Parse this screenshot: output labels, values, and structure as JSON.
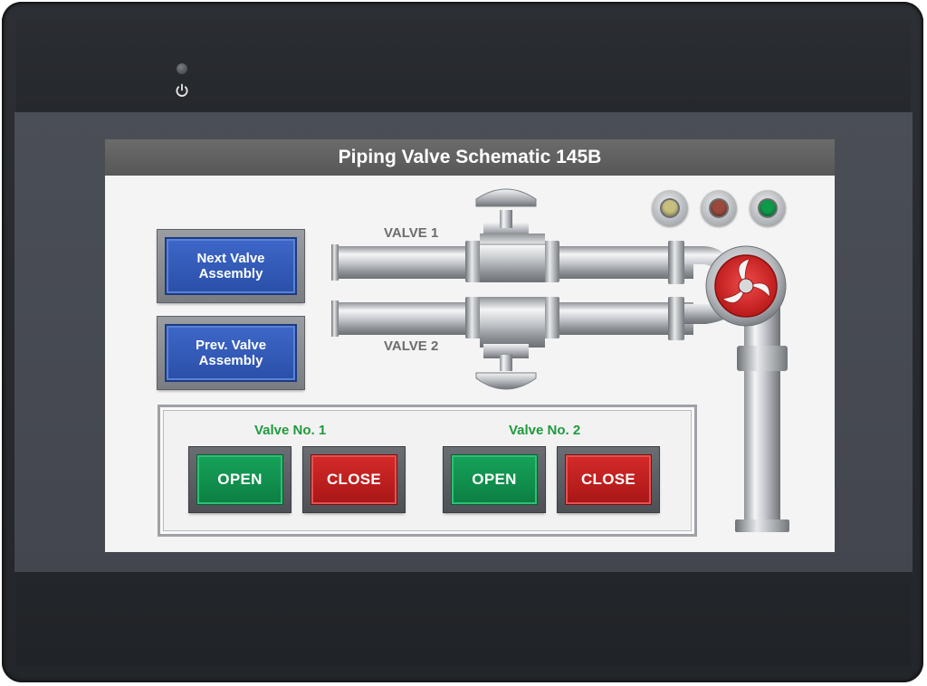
{
  "screen": {
    "title": "Piping Valve Schematic 145B"
  },
  "navigation": {
    "next_label": "Next Valve\nAssembly",
    "prev_label": "Prev. Valve\nAssembly"
  },
  "schematic": {
    "valve1_label": "VALVE 1",
    "valve2_label": "VALVE 2"
  },
  "indicators": [
    {
      "name": "amber",
      "color": "#c8bf7e"
    },
    {
      "name": "red",
      "color": "#9a4a3c"
    },
    {
      "name": "green",
      "color": "#0f9a4a"
    }
  ],
  "controls": {
    "valve1": {
      "label": "Valve No. 1",
      "open_label": "OPEN",
      "close_label": "CLOSE"
    },
    "valve2": {
      "label": "Valve No. 2",
      "open_label": "OPEN",
      "close_label": "CLOSE"
    }
  },
  "colors": {
    "accent_blue": "#2f58b8",
    "open_green": "#12914e",
    "close_red": "#c01f1f",
    "group_label_green": "#1f9a3d"
  }
}
